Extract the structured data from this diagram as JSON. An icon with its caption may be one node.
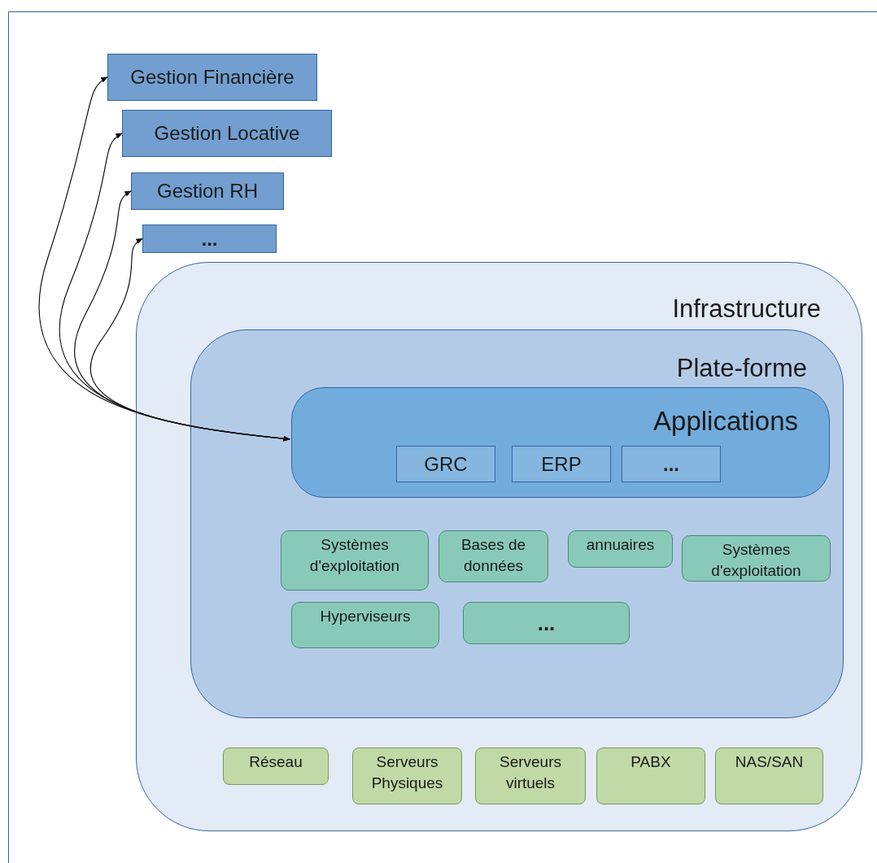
{
  "diagram": {
    "nodes": [
      {
        "text": [
          "Gestion Financière"
        ]
      },
      {
        "text": [
          "Gestion Locative"
        ]
      },
      {
        "text": [
          "Gestion RH"
        ]
      },
      {
        "text": [
          "..."
        ]
      },
      {
        "text": [
          "Infrastructure"
        ]
      },
      {
        "text": [
          "Plate-forme"
        ],
        "in": 4
      },
      {
        "text": [
          "Applications"
        ],
        "in": 5
      },
      {
        "text": [
          "GRC"
        ],
        "in": 6
      },
      {
        "text": [
          "ERP"
        ],
        "in": 6
      },
      {
        "text": [
          "..."
        ],
        "in": 6
      },
      {
        "text": [
          "Systèmes d'exploitation"
        ],
        "in": 5
      },
      {
        "text": [
          "Bases de données"
        ],
        "in": 5
      },
      {
        "text": [
          "annuaires"
        ],
        "in": 5
      },
      {
        "text": [
          "Systèmes d'exploitation"
        ],
        "in": 5
      },
      {
        "text": [
          "Hyperviseurs"
        ],
        "in": 5
      },
      {
        "text": [
          "..."
        ],
        "in": 5
      },
      {
        "text": [
          "Réseau"
        ],
        "in": 4
      },
      {
        "text": [
          "Serveurs Physiques"
        ],
        "in": 4
      },
      {
        "text": [
          "Serveurs virtuels"
        ],
        "in": 4
      },
      {
        "text": [
          "PABX"
        ],
        "in": 4
      },
      {
        "text": [
          "NAS/SAN"
        ],
        "in": 4
      }
    ],
    "edges": [
      {
        "from": 6,
        "to": 0,
        "arrow": "both"
      },
      {
        "from": 6,
        "to": 1,
        "arrow": "both"
      },
      {
        "from": 6,
        "to": 2,
        "arrow": "both"
      },
      {
        "from": 6,
        "to": 3,
        "arrow": "both"
      }
    ]
  }
}
